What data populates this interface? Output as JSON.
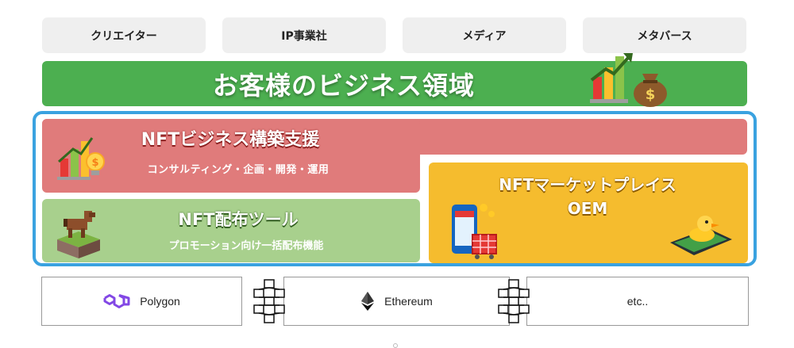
{
  "clients": [
    {
      "label": "クリエイター"
    },
    {
      "label": "IP事業社"
    },
    {
      "label": "メディア"
    },
    {
      "label": "メタバース"
    }
  ],
  "domain": {
    "title": "お客様のビジネス領域",
    "icons": [
      "growth-chart-icon",
      "money-bag-icon"
    ]
  },
  "services": {
    "build_support": {
      "title": "NFTビジネス構築支援",
      "subtitle": "コンサルティング・企画・開発・運用",
      "icon": "chart-bulb-icon",
      "color": "#e07b7b"
    },
    "distribution_tool": {
      "title": "NFT配布ツール",
      "subtitle": "プロモーション向け一括配布機能",
      "icon": "voxel-horse-icon",
      "color": "#a8d08d"
    },
    "marketplace": {
      "title_line1": "NFTマーケットプレイス",
      "title_line2": "OEM",
      "icons": [
        "phone-shop-icon",
        "phone-duck-icon"
      ],
      "color": "#f5bc2e"
    }
  },
  "chains": [
    {
      "label": "Polygon",
      "icon": "polygon-icon"
    },
    {
      "label": "Ethereum",
      "icon": "ethereum-icon"
    },
    {
      "label": "etc..",
      "icon": ""
    }
  ],
  "colors": {
    "domain_green": "#4caf50",
    "frame_blue": "#3aa2e0",
    "polygon_purple": "#8247e5"
  }
}
